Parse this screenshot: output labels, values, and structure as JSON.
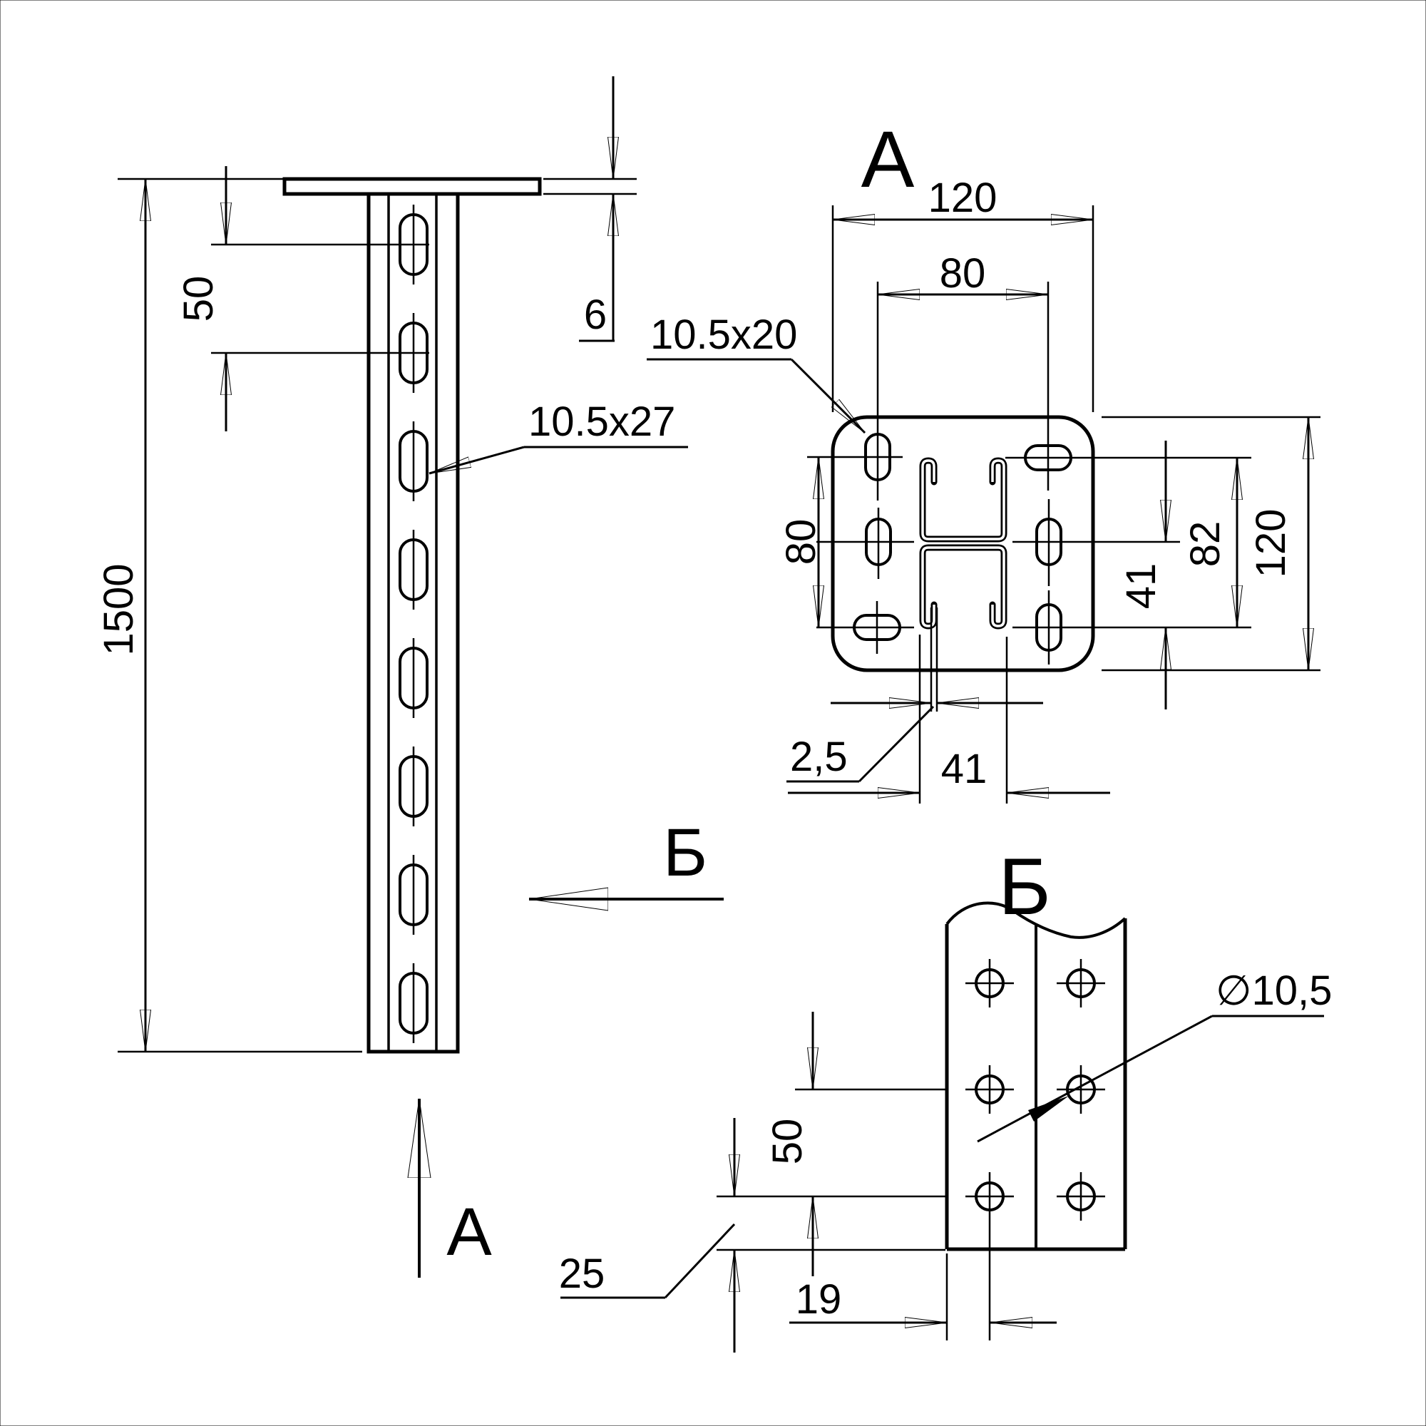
{
  "meta": {
    "background_color": "#ffffff",
    "line_color": "#000000",
    "drawing_type": "technical drawing of a slotted vertical stand (ceiling pedestal) with section views"
  },
  "front_view": {
    "height_label": "1500",
    "slot_pitch_label": "50",
    "plate_thickness_label": "6",
    "slot_size_label": "10.5x27"
  },
  "view_a": {
    "title": "А",
    "plate_width_label": "120",
    "slot_span_x_label": "80",
    "slot_size_label": "10.5x20",
    "slot_span_y_label": "80",
    "profile_half_label": "41",
    "profile_height_label": "82",
    "plate_height_label": "120",
    "wall_thickness_label": "2,5",
    "profile_width_label": "41"
  },
  "view_b": {
    "title": "Б",
    "hole_pitch_label": "50",
    "edge_offset_label": "25",
    "hole_edge_offset_label": "19",
    "hole_diameter_label": "∅10,5"
  },
  "direction_arrows": {
    "a_label": "А",
    "b_label": "Б"
  }
}
